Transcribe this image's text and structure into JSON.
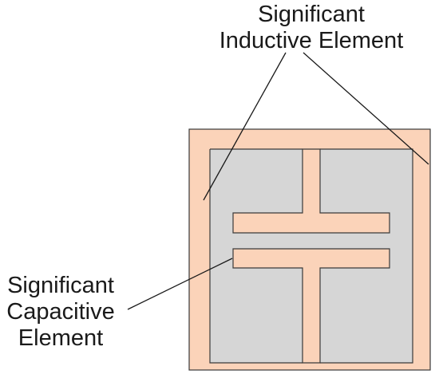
{
  "labels": {
    "inductive": {
      "line1": "Significant",
      "line2": "Inductive Element"
    },
    "capacitive": {
      "line1": "Significant",
      "line2": "Capacitive",
      "line3": "Element"
    }
  },
  "colors": {
    "substrate": "#fbd3b9",
    "metal": "#d6d6d6",
    "outline": "#3a3a3a",
    "leader_line": "#1a1a1a"
  }
}
